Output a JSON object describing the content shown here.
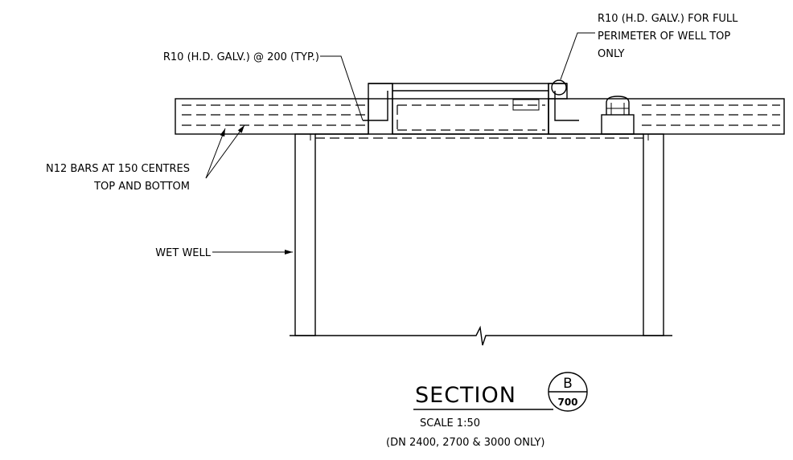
{
  "annotations": {
    "rebar_typ": "R10 (H.D. GALV.) @ 200 (TYP.)",
    "rebar_perimeter": [
      "R10 (H.D. GALV.) FOR FULL",
      "PERIMETER OF WELL TOP",
      "ONLY"
    ],
    "n12_bars": [
      "N12 BARS AT 150 CENTRES",
      "TOP AND BOTTOM"
    ],
    "wet_well": "WET WELL"
  },
  "section_mark": {
    "title": "SECTION",
    "letter": "B",
    "sheet": "700",
    "scale": "SCALE 1:50",
    "note": "(DN 2400, 2700 & 3000 ONLY)"
  }
}
